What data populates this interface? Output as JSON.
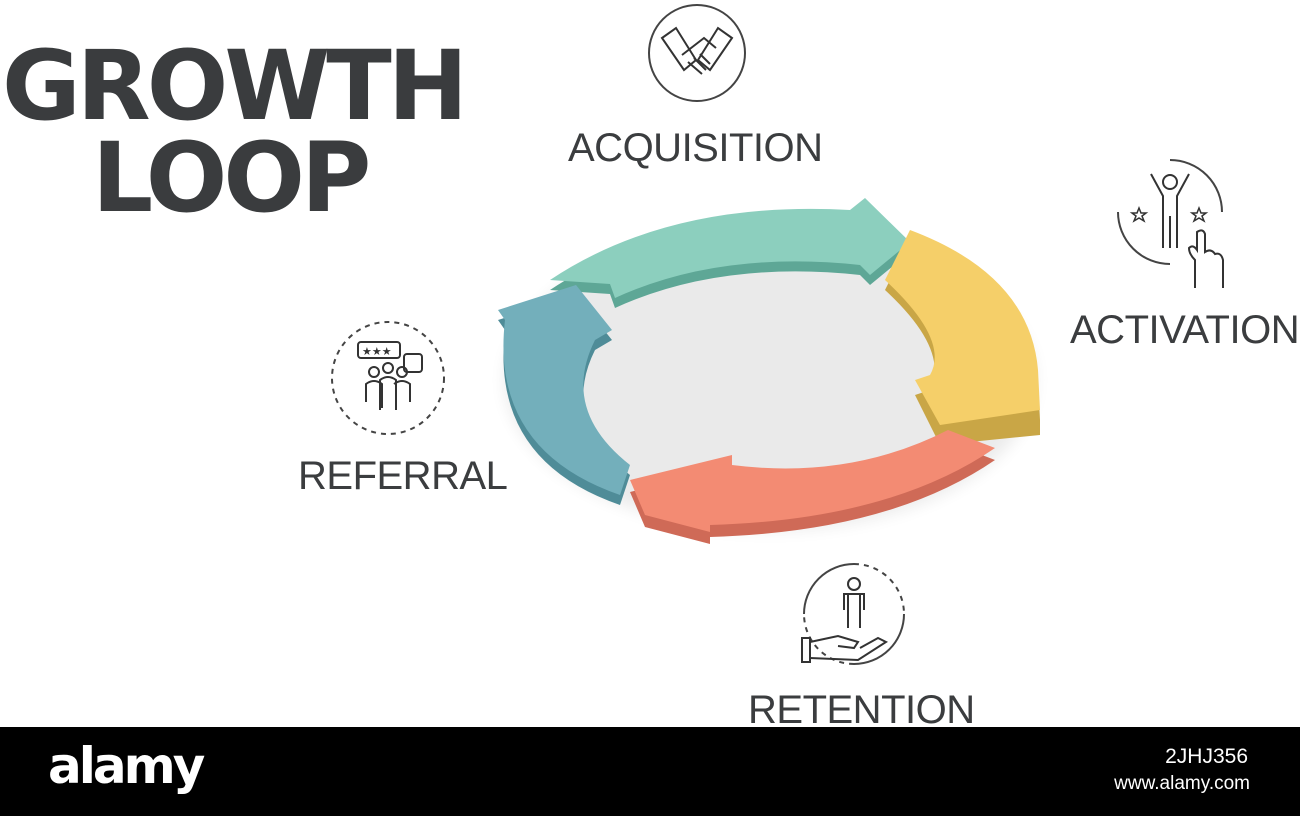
{
  "title": {
    "line1": "GROWTH",
    "line2": "LOOP"
  },
  "stages": {
    "acquisition": {
      "label": "ACQUISITION",
      "icon": "handshake-icon",
      "color": "#8ccfbe"
    },
    "activation": {
      "label": "ACTIVATION",
      "icon": "celebrating-person-click-icon",
      "color": "#f5cf69"
    },
    "retention": {
      "label": "RETENTION",
      "icon": "hand-holding-person-icon",
      "color": "#f38b73"
    },
    "referral": {
      "label": "REFERRAL",
      "icon": "group-rating-bubble-icon",
      "color": "#73afbb"
    }
  },
  "footer": {
    "brand": "alamy",
    "image_id": "2JHJ356",
    "site": "www.alamy.com"
  }
}
